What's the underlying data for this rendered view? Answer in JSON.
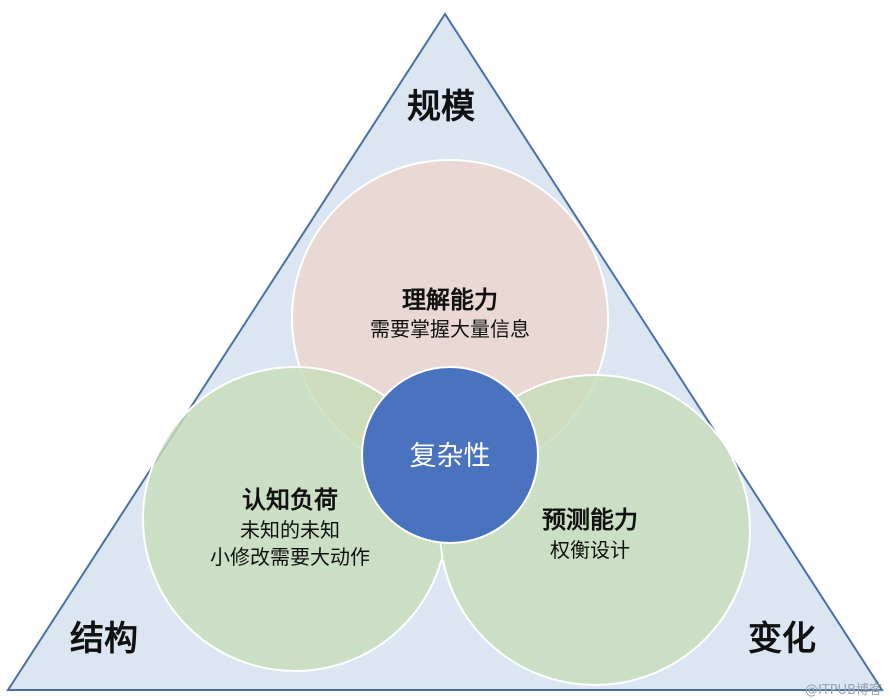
{
  "diagram": {
    "corners": {
      "top": "规模",
      "left": "结构",
      "right": "变化"
    },
    "circles": {
      "top": {
        "title": "理解能力",
        "lines": [
          "需要掌握大量信息"
        ]
      },
      "left": {
        "title": "认知负荷",
        "lines": [
          "未知的未知",
          "小修改需要大动作"
        ]
      },
      "right": {
        "title": "预测能力",
        "lines": [
          "权衡设计"
        ]
      }
    },
    "center": "复杂性",
    "watermark": "@ITPUB博客"
  },
  "colors": {
    "triangle_fill": "#dce6f2",
    "triangle_stroke": "#4a6fa5",
    "circle_top": "#ead8d3",
    "circle_green": "#cfe0c3",
    "center_fill": "#4a73bf"
  }
}
